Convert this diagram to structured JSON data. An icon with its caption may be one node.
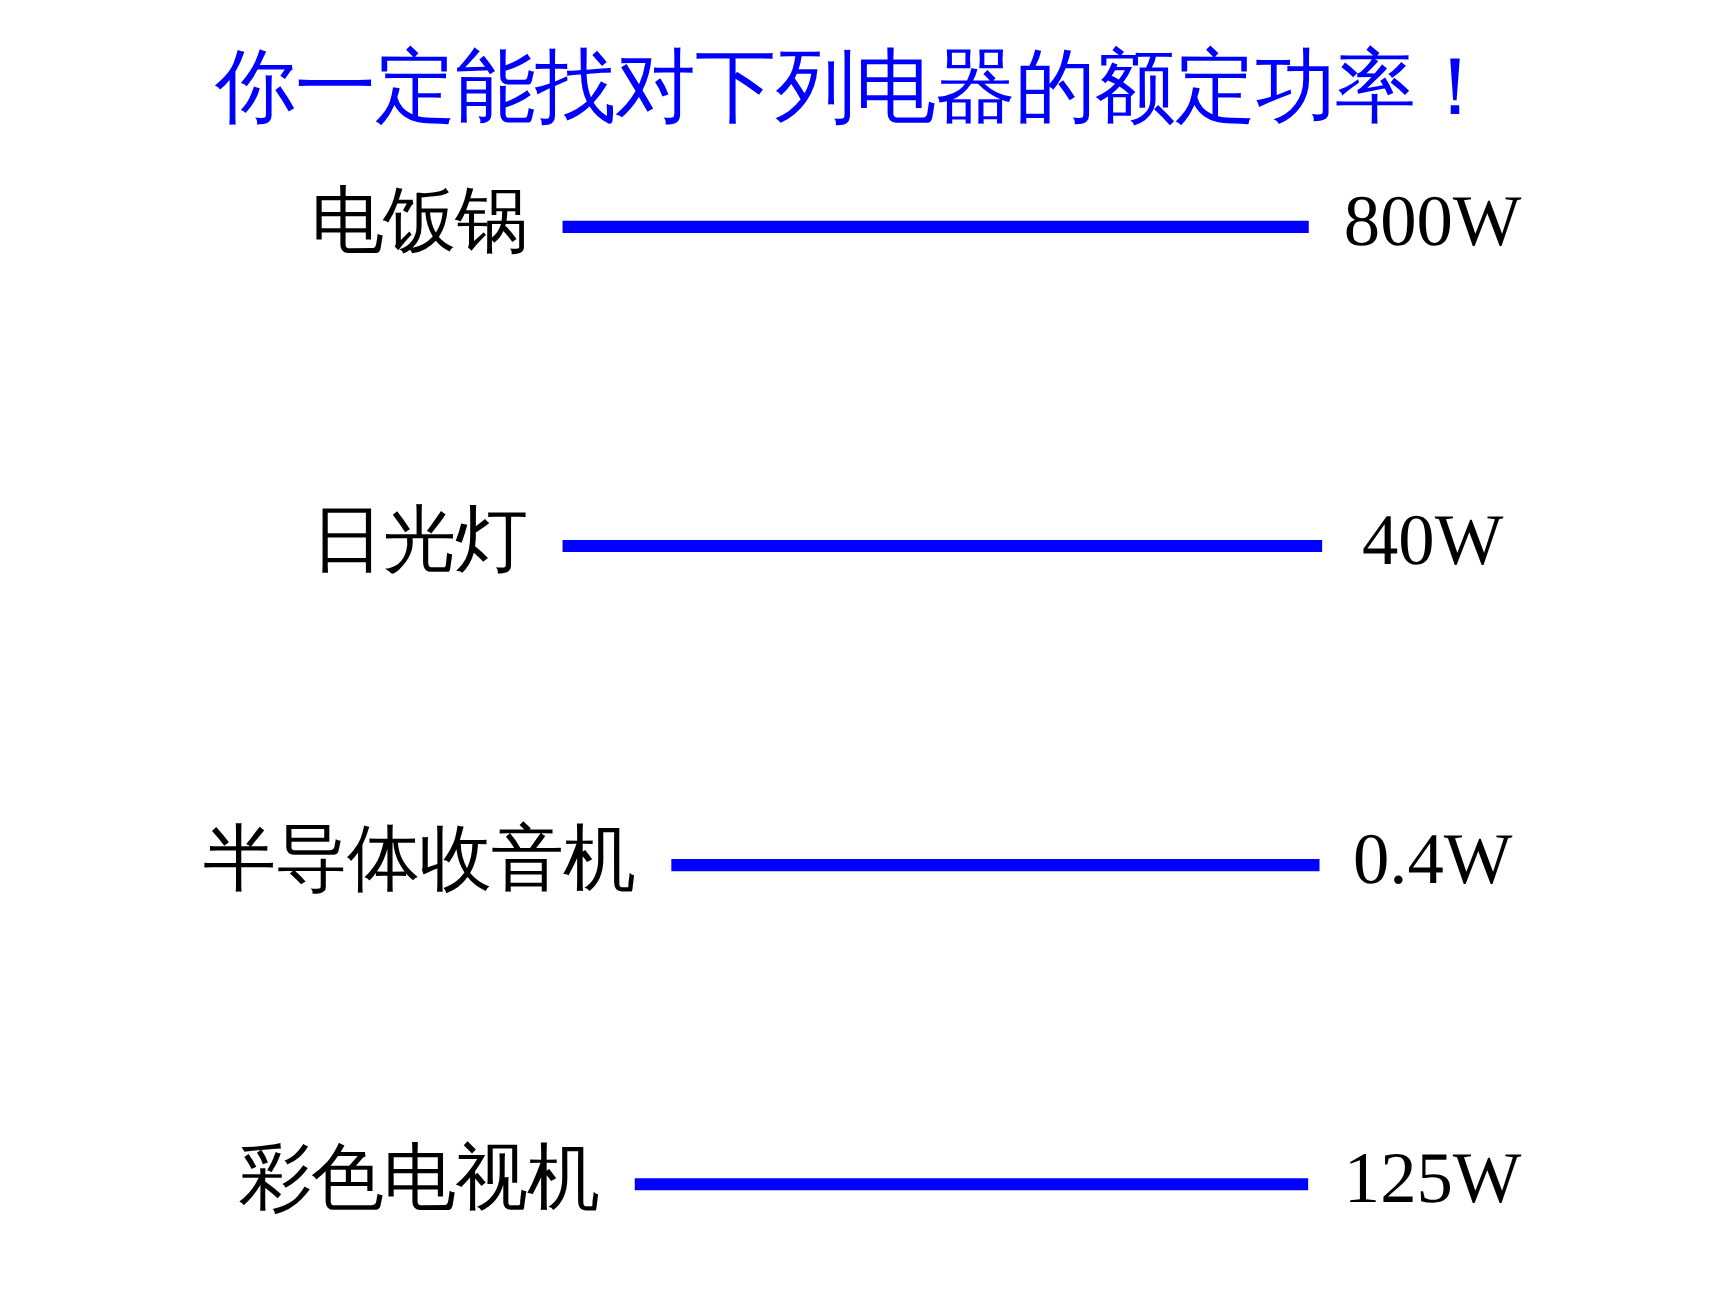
{
  "diagram": {
    "title": "你一定能找对下列电器的额定功率！",
    "nodes": [
      {
        "text": [
          "彩色电视机"
        ]
      },
      {
        "text": [
          "0.4W"
        ]
      },
      {
        "text": [
          "半导体收音机"
        ]
      },
      {
        "text": [
          "125W"
        ]
      },
      {
        "text": [
          "日光灯"
        ]
      },
      {
        "text": [
          "800W"
        ]
      },
      {
        "text": [
          "电饭锅"
        ]
      },
      {
        "text": [
          "40W"
        ]
      }
    ],
    "edges": [
      {
        "from": 0,
        "to": 3,
        "arrow": "none"
      },
      {
        "from": 2,
        "to": 1,
        "arrow": "none"
      },
      {
        "from": 4,
        "to": 7,
        "arrow": "none"
      },
      {
        "from": 6,
        "to": 5,
        "arrow": "none"
      }
    ]
  }
}
